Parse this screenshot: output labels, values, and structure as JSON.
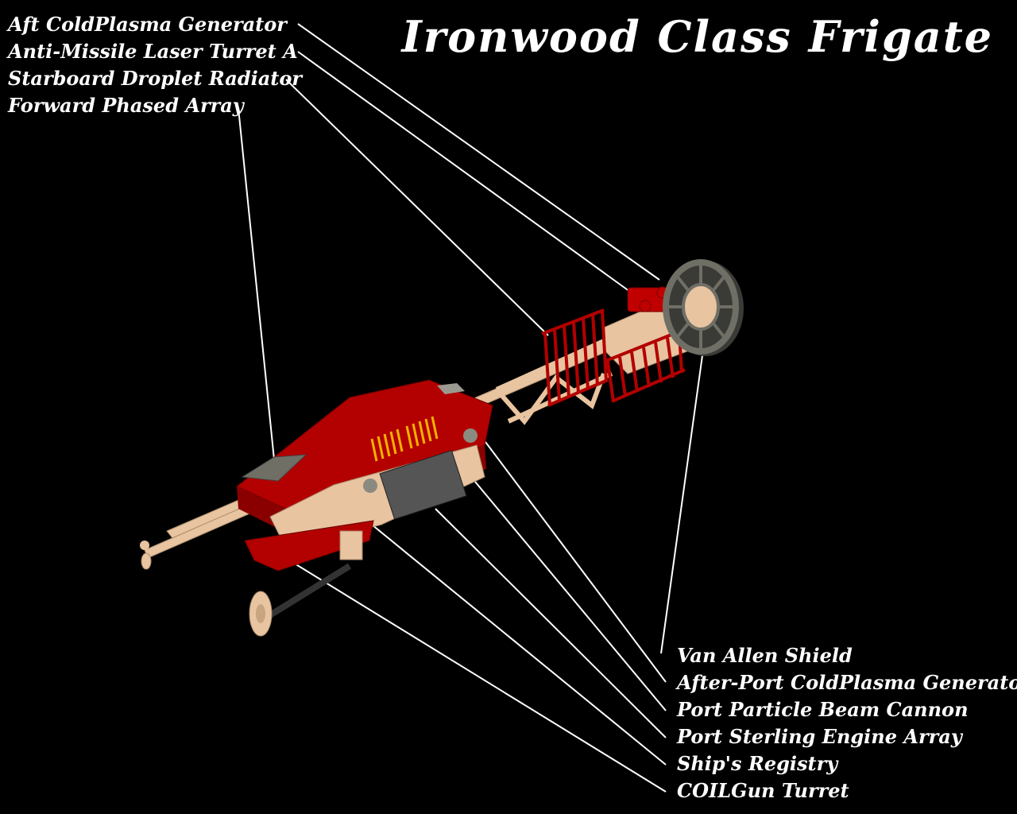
{
  "title": "Ironwood Class Frigate",
  "labels_left": [
    "Aft ColdPlasma Generator",
    "Anti-Missile Laser Turret A",
    "Starboard Droplet Radiator",
    "Forward Phased Array"
  ],
  "labels_right": [
    "Van Allen Shield",
    "After-Port ColdPlasma Generator",
    "Port Particle Beam Cannon",
    "Port Sterling Engine Array",
    "Ship's Registry",
    "COILGun Turret"
  ],
  "colors": {
    "background": "#000000",
    "hull_red": "#b30000",
    "hull_tan": "#e8c4a0",
    "grey": "#6f6f66",
    "leader_line": "#ffffff",
    "vent_yellow": "#f2b100"
  }
}
